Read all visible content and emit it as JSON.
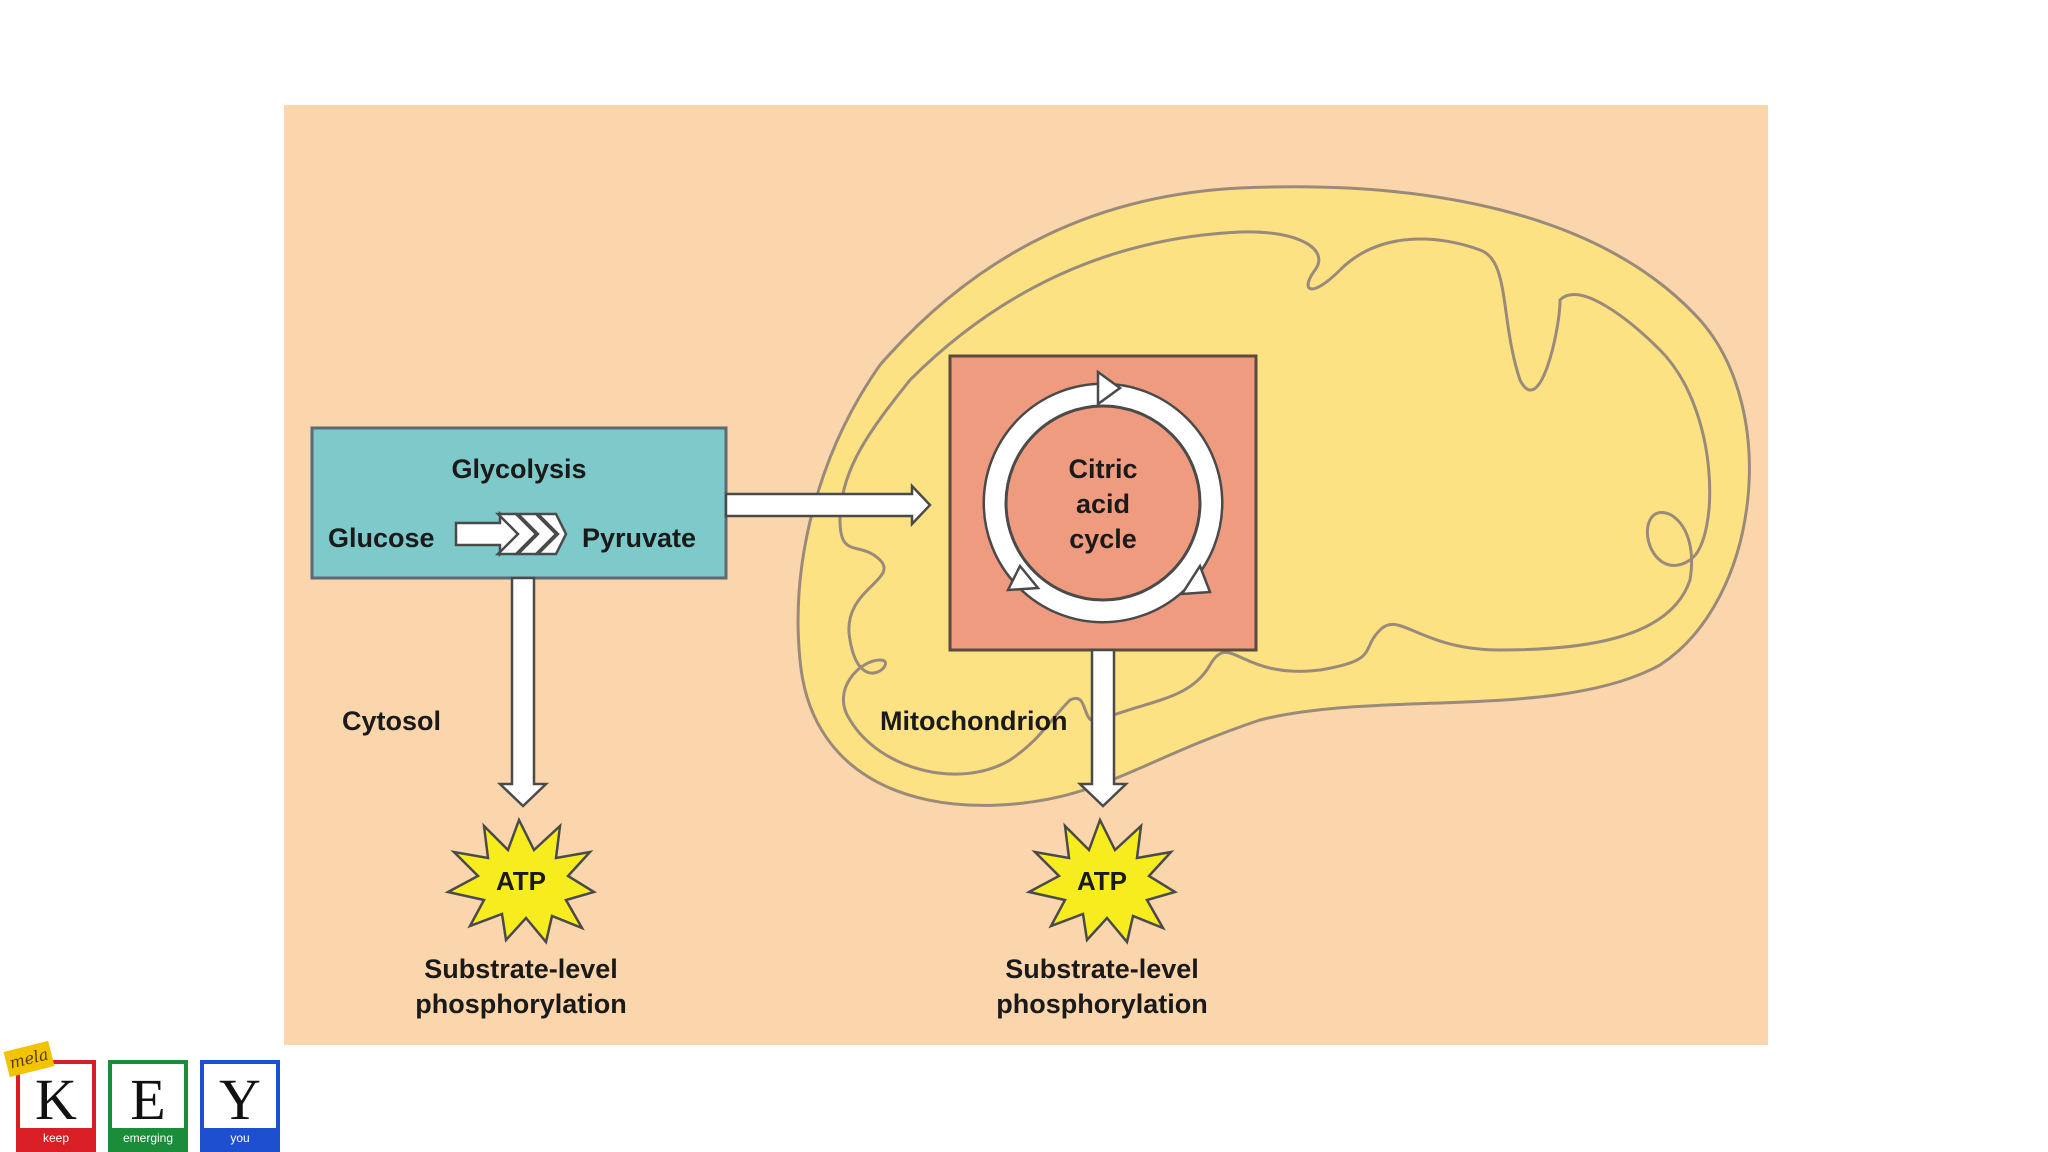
{
  "diagram": {
    "glycolysis": {
      "title": "Glycolysis",
      "input": "Glucose",
      "output": "Pyruvate"
    },
    "citric_acid_cycle": {
      "line1": "Citric",
      "line2": "acid",
      "line3": "cycle"
    },
    "regions": {
      "cytosol": "Cytosol",
      "mitochondrion": "Mitochondrion"
    },
    "atp_left": {
      "label": "ATP",
      "caption_line1": "Substrate-level",
      "caption_line2": "phosphorylation"
    },
    "atp_right": {
      "label": "ATP",
      "caption_line1": "Substrate-level",
      "caption_line2": "phosphorylation"
    },
    "colors": {
      "background_panel": "#fbd6ac",
      "mitochondrion_fill": "#fde283",
      "glycolysis_box": "#7ec9c9",
      "citric_box": "#ef9b80",
      "atp_burst": "#f7ec1e"
    }
  },
  "logo": {
    "tag": "mela",
    "letters": [
      {
        "letter": "K",
        "word": "keep"
      },
      {
        "letter": "E",
        "word": "emerging"
      },
      {
        "letter": "Y",
        "word": "you"
      }
    ]
  }
}
